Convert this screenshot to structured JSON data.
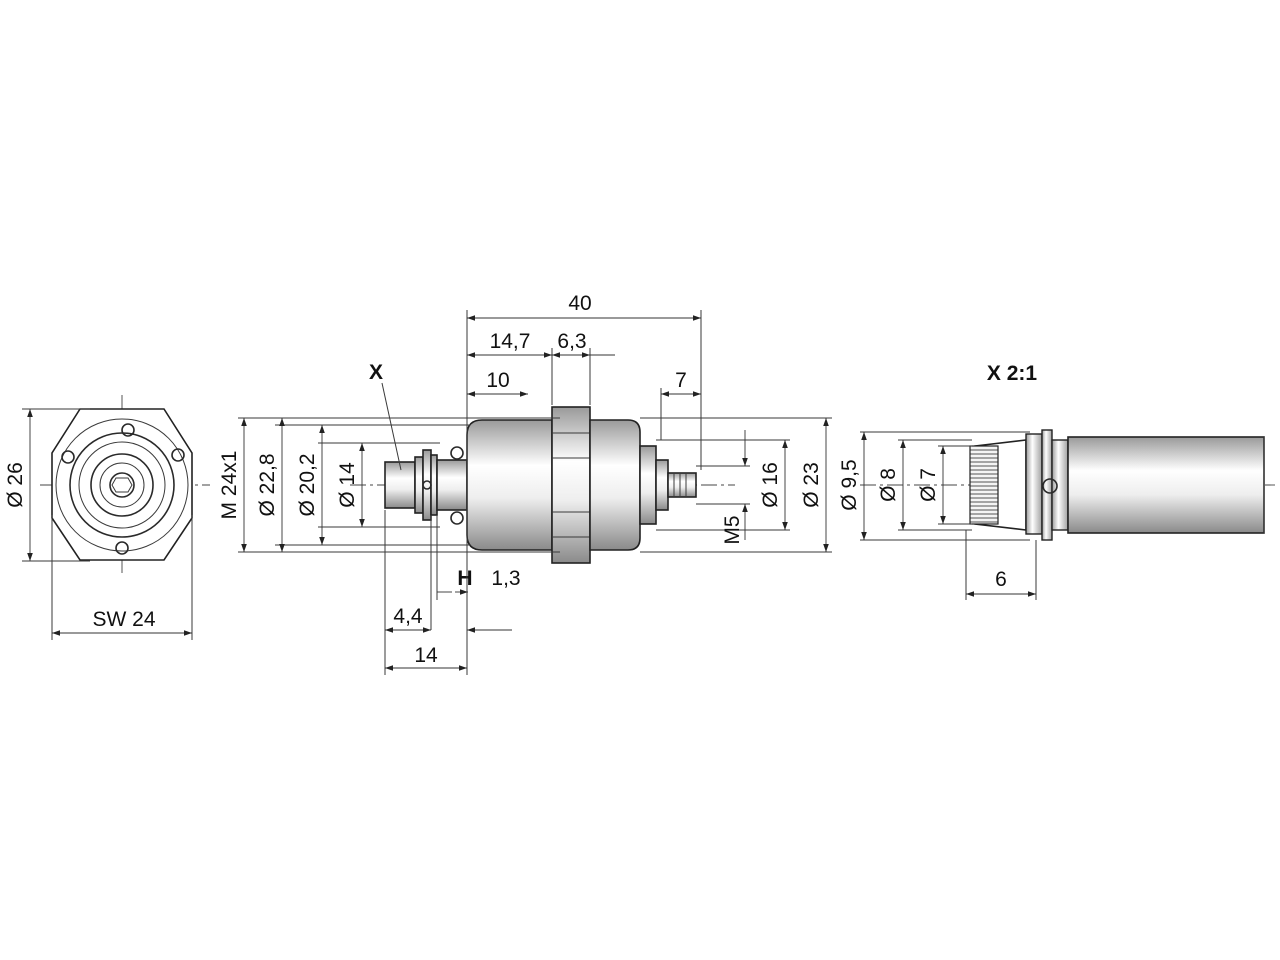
{
  "front_view": {
    "dia_label": "Ø 26",
    "wrench_label": "SW 24"
  },
  "side_view": {
    "detail_callout": "X",
    "length_total": "40",
    "len_14_7": "14,7",
    "len_6_3": "6,3",
    "len_10": "10",
    "len_7": "7",
    "thread_main": "M 24x1",
    "dia_22_8": "Ø 22,8",
    "dia_20_2": "Ø 20,2",
    "dia_14": "Ø 14",
    "dia_16": "Ø 16",
    "dia_23": "Ø 23",
    "thread_m5": "M5",
    "h_label": "H",
    "h_value": "1,3",
    "len_4_4": "4,4",
    "len_14": "14"
  },
  "detail_view": {
    "title": "X 2:1",
    "dia_9_5": "Ø 9,5",
    "dia_8": "Ø 8",
    "dia_7": "Ø 7",
    "len_6": "6"
  }
}
